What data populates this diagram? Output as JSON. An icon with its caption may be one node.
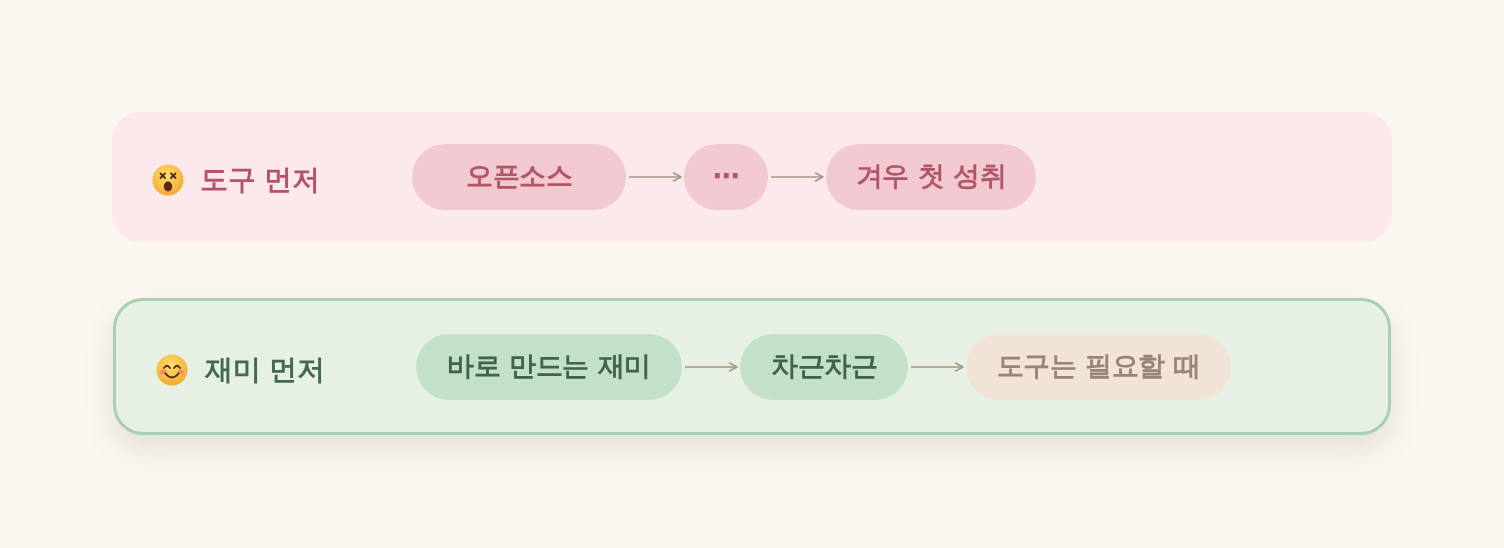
{
  "diagram": {
    "nodes": [
      {
        "text": [
          "도구 먼저"
        ]
      },
      {
        "text": [
          "오픈소스"
        ],
        "in": 0
      },
      {
        "text": [
          "⋯"
        ],
        "in": 0
      },
      {
        "text": [
          "겨우 첫 성취"
        ],
        "in": 0
      },
      {
        "text": [
          "재미 먼저"
        ]
      },
      {
        "text": [
          "바로 만드는 재미"
        ],
        "in": 4
      },
      {
        "text": [
          "차근차근"
        ],
        "in": 4
      },
      {
        "text": [
          "도구는 필요할 때"
        ],
        "in": 4
      }
    ],
    "edges": [
      {
        "from": 1,
        "to": 2,
        "arrow": "to"
      },
      {
        "from": 2,
        "to": 3,
        "arrow": "to"
      },
      {
        "from": 5,
        "to": 6,
        "arrow": "to"
      },
      {
        "from": 6,
        "to": 7,
        "arrow": "to"
      }
    ]
  }
}
